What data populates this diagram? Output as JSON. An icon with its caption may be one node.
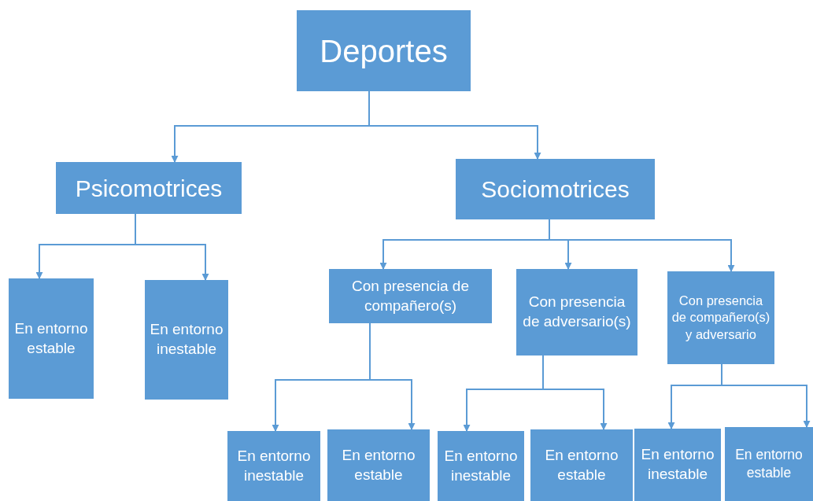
{
  "diagram": {
    "nodes": [
      {
        "text": [
          "Deportes"
        ]
      },
      {
        "text": [
          "Psicomotrices"
        ]
      },
      {
        "text": [
          "Sociomotrices"
        ]
      },
      {
        "text": [
          "En entorno estable"
        ]
      },
      {
        "text": [
          "En entorno inestable"
        ]
      },
      {
        "text": [
          "Con presencia de compañero(s)"
        ]
      },
      {
        "text": [
          "Con presencia de adversario(s)"
        ]
      },
      {
        "text": [
          "Con presencia de compañero(s) y adversario"
        ]
      },
      {
        "text": [
          "En entorno inestable"
        ]
      },
      {
        "text": [
          "En entorno estable"
        ]
      },
      {
        "text": [
          "En entorno inestable"
        ]
      },
      {
        "text": [
          "En entorno estable"
        ]
      },
      {
        "text": [
          "En entorno inestable"
        ]
      },
      {
        "text": [
          "En entorno estable"
        ]
      }
    ],
    "edges": [
      {
        "from": 0,
        "to": 1,
        "arrow": "to"
      },
      {
        "from": 0,
        "to": 2,
        "arrow": "to"
      },
      {
        "from": 1,
        "to": 3,
        "arrow": "to"
      },
      {
        "from": 1,
        "to": 4,
        "arrow": "to"
      },
      {
        "from": 2,
        "to": 5,
        "arrow": "to"
      },
      {
        "from": 2,
        "to": 6,
        "arrow": "to"
      },
      {
        "from": 2,
        "to": 7,
        "arrow": "to"
      },
      {
        "from": 5,
        "to": 8,
        "arrow": "to"
      },
      {
        "from": 5,
        "to": 9,
        "arrow": "to"
      },
      {
        "from": 6,
        "to": 10,
        "arrow": "to"
      },
      {
        "from": 6,
        "to": 11,
        "arrow": "to"
      },
      {
        "from": 7,
        "to": 12,
        "arrow": "to"
      },
      {
        "from": 7,
        "to": 13,
        "arrow": "to"
      }
    ]
  }
}
